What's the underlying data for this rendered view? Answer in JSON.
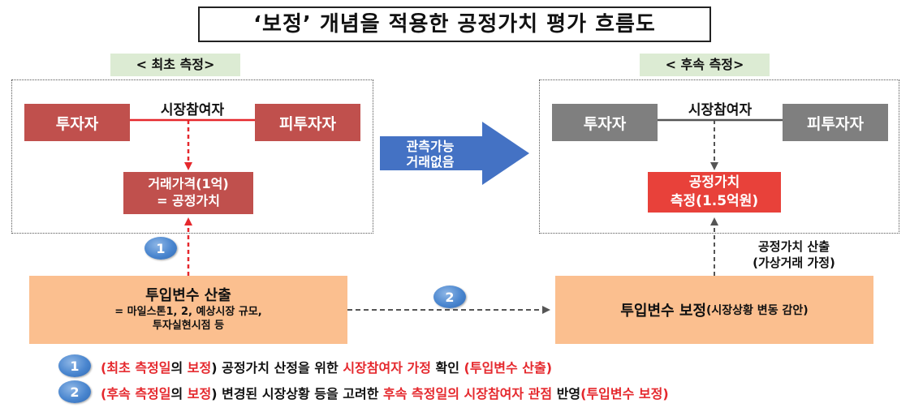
{
  "title": "‘보정’ 개념을 적용한 공정가치 평가 흐름도",
  "initial": {
    "tag": "< 최초 측정>",
    "investor": "투자자",
    "participants": "시장참여자",
    "investee": "피투자자",
    "price_line1": "거래가격(1억)",
    "price_line2": "= 공정가치"
  },
  "arrow_text": {
    "line1": "관측가능",
    "line2": "거래없음"
  },
  "subsequent": {
    "tag": "< 후속 측정>",
    "investor": "투자자",
    "participants": "시장참여자",
    "investee": "피투자자",
    "fv_line1": "공정가치",
    "fv_line2": "측정(1.5억원)"
  },
  "input_calc": {
    "title": "투입변수 산출",
    "detail1": "= 마일스톤1, 2, 예상시장 규모,",
    "detail2": "투자실현시점 등"
  },
  "input_adjust": {
    "title": "투입변수 보정",
    "detail": "(시장상황 변동 감안)"
  },
  "fv_calc_label": {
    "line1": "공정가치 산출",
    "line2": "(가상거래 가정)"
  },
  "markers": {
    "one": "1",
    "two": "2"
  },
  "notes": [
    {
      "num": "1",
      "p1": "(최초 측정일",
      "p2": "의 ",
      "p3": "보정",
      "p4": ") 공정가치 산정을 위한 ",
      "p5": "시장참여자 가정",
      "p6": " 확인 ",
      "p7": "(투입변수 산출)"
    },
    {
      "num": "2",
      "p1": "(후속 측정일",
      "p2": "의 ",
      "p3": "보정",
      "p4": ") 변경된 시장상황 등을 고려한 ",
      "p5": "후속 측정일의 시장참여자 관점",
      "p6": " 반영",
      "p7": "(투입변수 보정)"
    }
  ],
  "colors": {
    "red_box": "#c0504d",
    "gray_box": "#7f7f7f",
    "fv_box": "#e8413a",
    "peach": "#fbbf8f",
    "tag_green": "#dcebd3",
    "big_arrow": "#4472c4",
    "highlight": "#e5282d"
  }
}
